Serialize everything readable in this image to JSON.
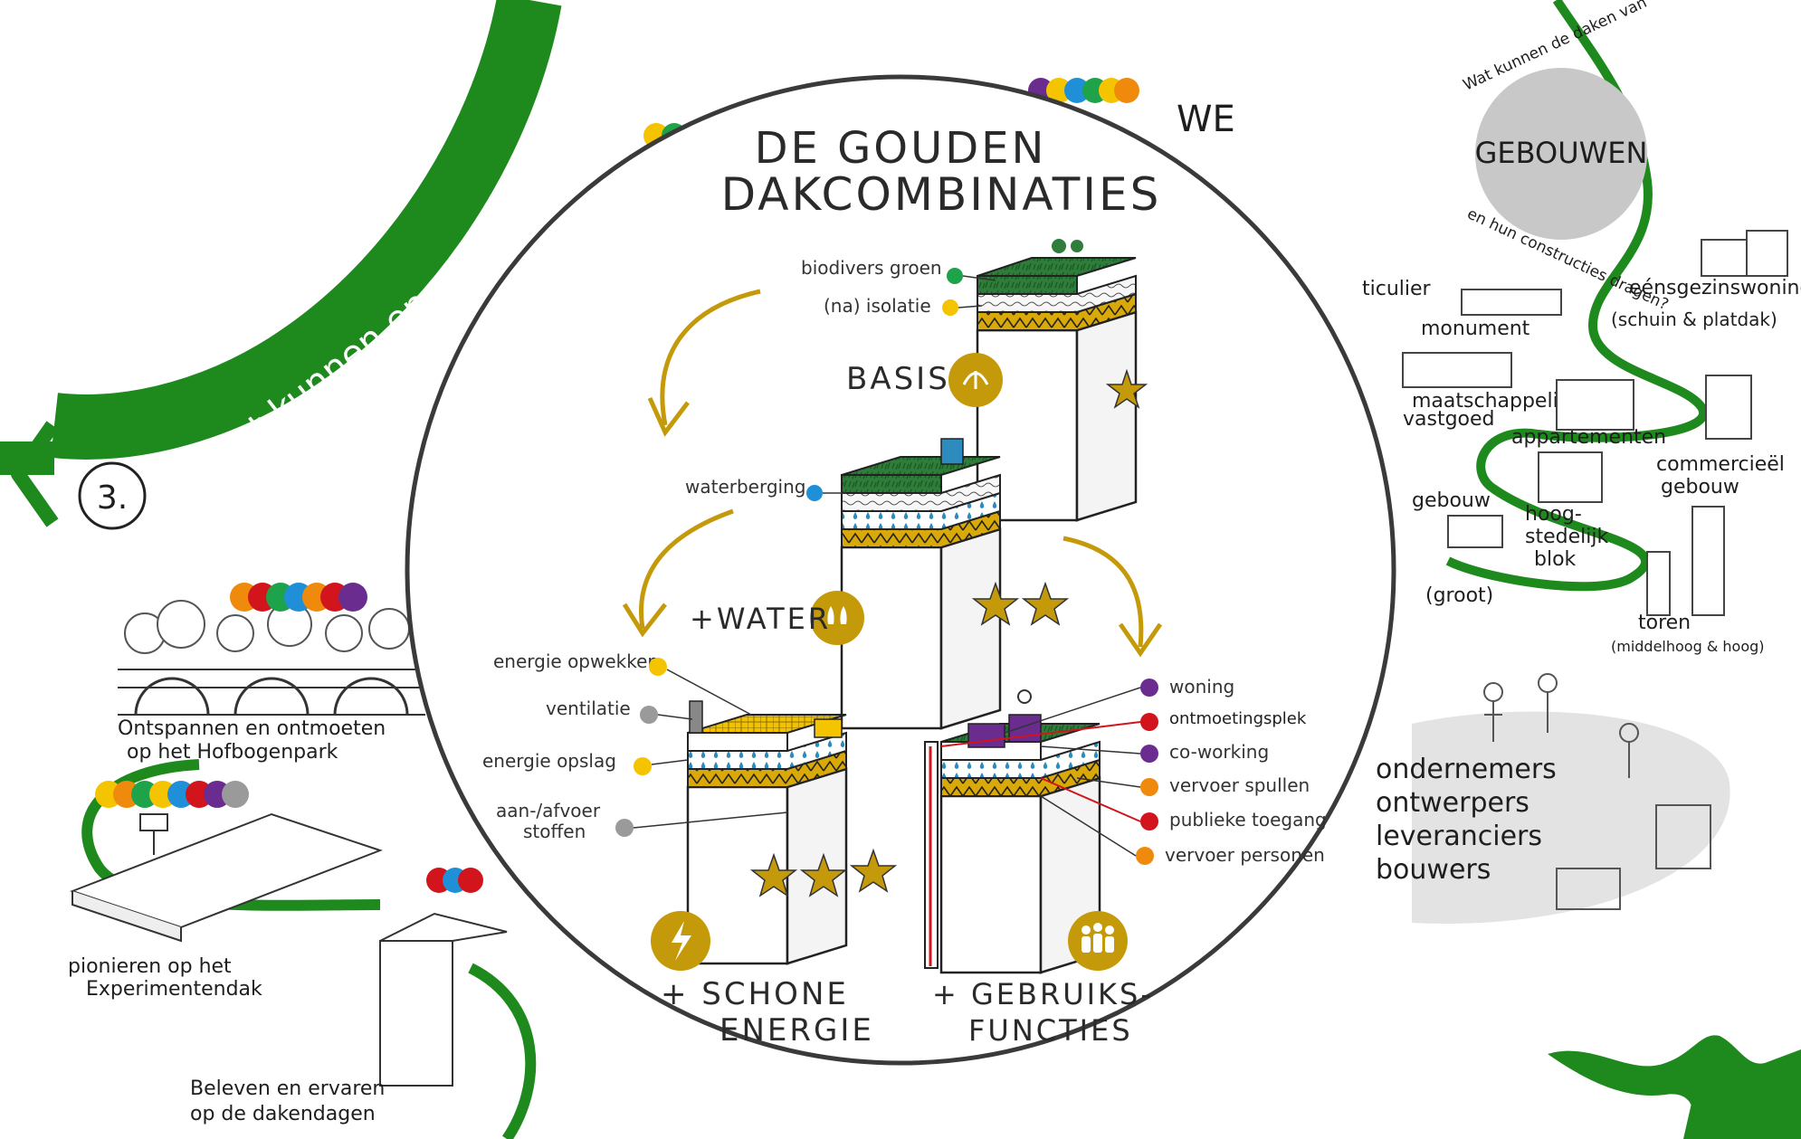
{
  "section": {
    "number": "3.",
    "question": "Wat kunnen en willen we op/met het dak?"
  },
  "circle": {
    "title_line1": "DE GOUDEN",
    "title_line2": "DAKCOMBINATIES",
    "basis": {
      "label": "BASIS",
      "layers": [
        "biodivers groen",
        "(na) isolatie"
      ]
    },
    "water": {
      "label": "+WATER",
      "layers": [
        "waterberging"
      ]
    },
    "energie": {
      "label_line1": "+ SCHONE",
      "label_line2": "ENERGIE",
      "layers": [
        "energie opwekken",
        "ventilatie",
        "energie opslag",
        "aan-/afvoer",
        "stoffen"
      ]
    },
    "functies": {
      "label_line1": "+ GEBRUIKS-",
      "label_line2": "FUNCTIES",
      "layers": [
        "woning",
        "ontmoetingsplek",
        "co-working",
        "vervoer spullen",
        "publieke toegang",
        "vervoer personen"
      ]
    }
  },
  "gebouwen": {
    "center": "GEBOUWEN",
    "ring_top": "Wat kunnen de daken van",
    "ring_bottom": "en hun constructies dragen?",
    "types": [
      "eénsgezinswoning",
      "(schuin & platdak)",
      "monument",
      "maatschappelijk",
      "vastgoed",
      "appartementen",
      "commercieël",
      "gebouw",
      "hoog-",
      "stedelijk",
      "blok",
      "toren",
      "(middelhoog & hoog)",
      "gebouw",
      "(groot)",
      "ticulier"
    ]
  },
  "left_steps": {
    "hofbogen": [
      "Ontspannen en ontmoeten",
      "op het Hofbogenpark"
    ],
    "experiment": [
      "pionieren op het",
      "Experimentendak"
    ],
    "dakendagen": [
      "Beleven en ervaren",
      "op de dakendagen"
    ]
  },
  "right_people": [
    "ondernemers",
    "ontwerpers",
    "leveranciers",
    "bouwers"
  ],
  "top_label": "WE",
  "colors": {
    "green": "#1e8a1e",
    "gold": "#c59a0a",
    "gold_dark": "#b48a08",
    "roof_green": "#2f7d3a",
    "yellow": "#f5c400",
    "blue": "#1f8fd8",
    "grey": "#9a9a9a",
    "purple": "#6a2c8e",
    "red": "#d2141c",
    "orange": "#ef8a0c",
    "dot_green": "#1fa34a"
  }
}
